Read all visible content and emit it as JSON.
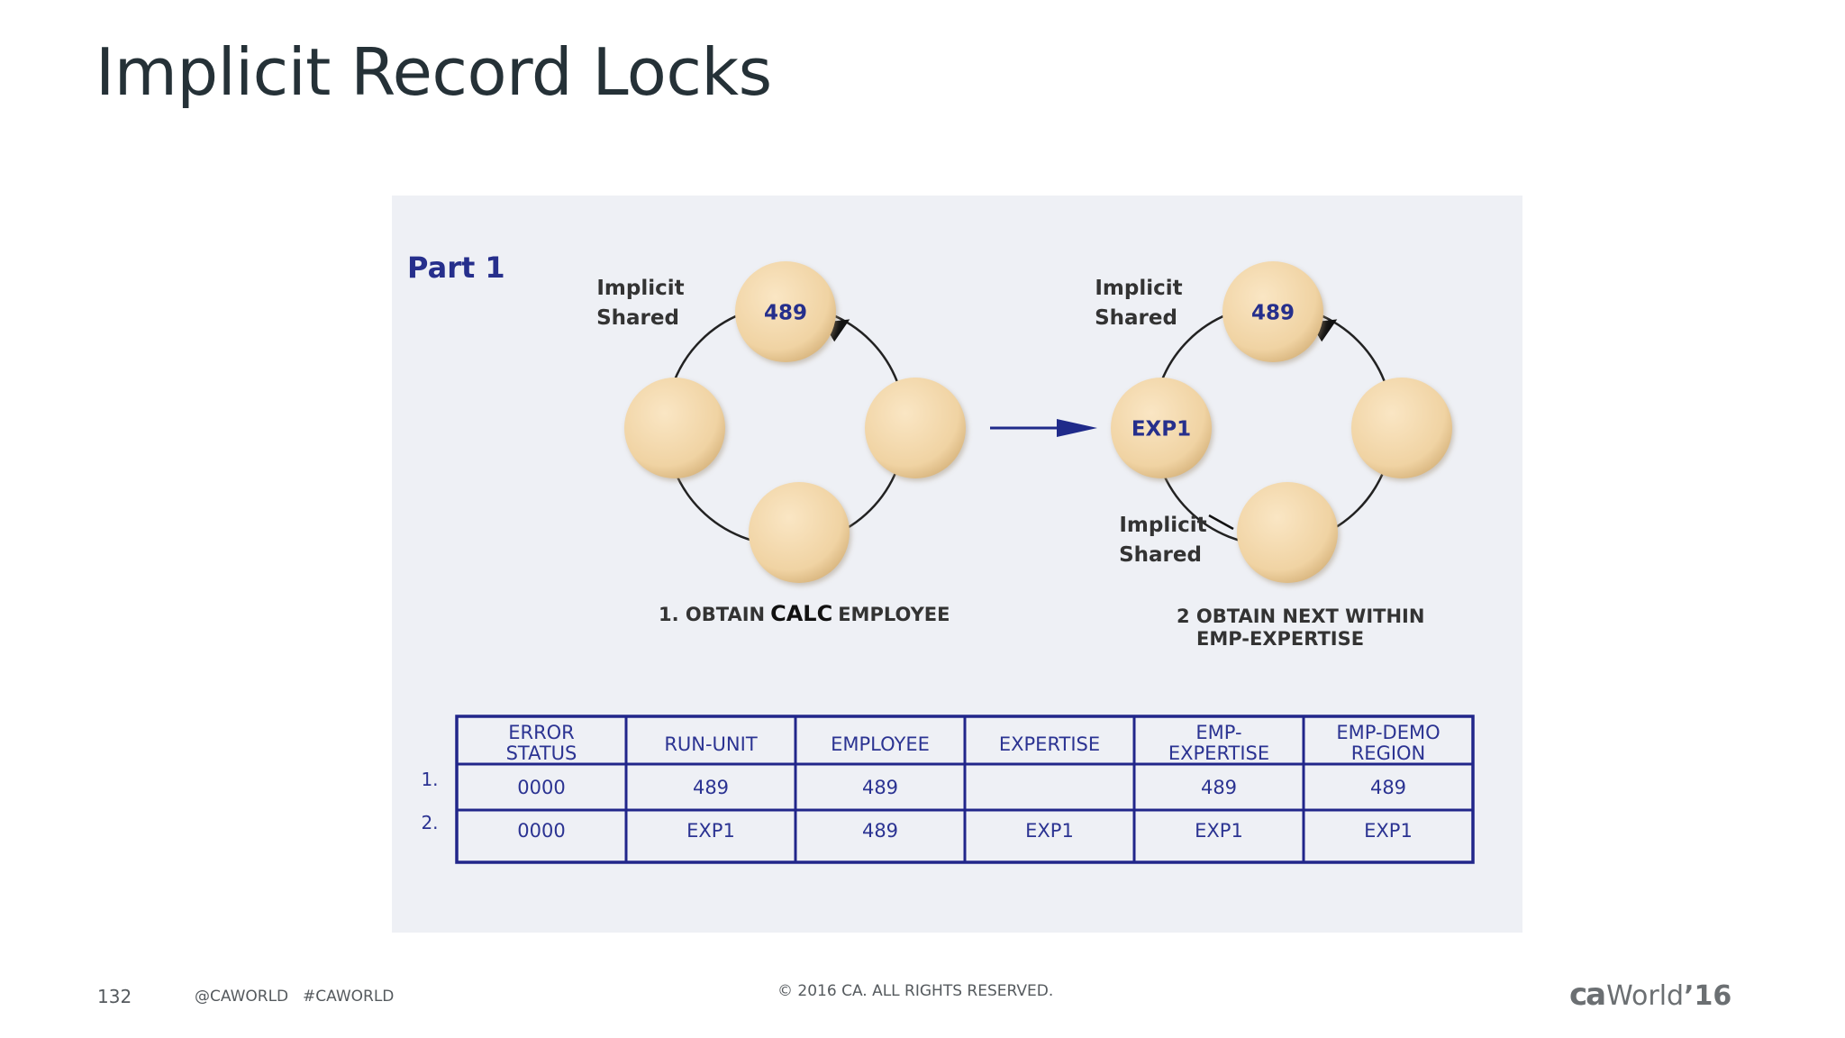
{
  "slide": {
    "title": "Implicit Record Locks",
    "page_number": "132",
    "handle": "@CAWORLD",
    "hashtag": "#CAWORLD",
    "copyright": "© 2016 CA. ALL RIGHTS RESERVED.",
    "logo": {
      "ca": "ca",
      "world": "World",
      "year": "’16"
    }
  },
  "diagram": {
    "part_label": "Part 1",
    "colors": {
      "node_fill": "#f2d6a8",
      "node_edge": "#d9b57c",
      "text_blue": "#262f8c",
      "table_border": "#21268a",
      "arrow": "#1f2a8a"
    },
    "step1": {
      "lock_label_1": "Implicit",
      "lock_label_2": "Shared",
      "top_node": "489",
      "caption_a": "1. OBTAIN",
      "caption_b": "CALC",
      "caption_c": "EMPLOYEE"
    },
    "step2": {
      "lock_label_1": "Implicit",
      "lock_label_2": "Shared",
      "top_node": "489",
      "left_node": "EXP1",
      "lower_lock_label_1": "Implicit",
      "lower_lock_label_2": "Shared",
      "caption_line1": "2 OBTAIN NEXT WITHIN",
      "caption_line2": "EMP-EXPERTISE"
    },
    "table": {
      "headers": [
        [
          "ERROR",
          "STATUS"
        ],
        [
          "RUN-UNIT"
        ],
        [
          "EMPLOYEE"
        ],
        [
          "EXPERTISE"
        ],
        [
          "EMP-",
          "EXPERTISE"
        ],
        [
          "EMP-DEMO",
          "REGION"
        ]
      ],
      "row_labels": [
        "1.",
        "2."
      ],
      "rows": [
        [
          "0000",
          "489",
          "489",
          "",
          "489",
          "489"
        ],
        [
          "0000",
          "EXP1",
          "489",
          "EXP1",
          "EXP1",
          "EXP1"
        ]
      ]
    }
  }
}
